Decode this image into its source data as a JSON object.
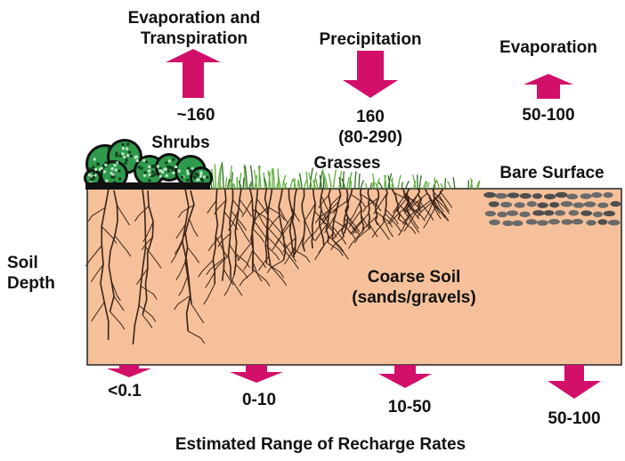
{
  "top": {
    "et": {
      "label_line1": "Evaporation and",
      "label_line2": "Transpiration",
      "value": "~160"
    },
    "precip": {
      "label": "Precipitation",
      "value_line1": "160",
      "value_line2": "(80-290)"
    },
    "evap": {
      "label": "Evaporation",
      "value": "50-100"
    }
  },
  "surface": {
    "shrubs": "Shrubs",
    "grasses": "Grasses",
    "bare": "Bare Surface"
  },
  "soil": {
    "depth_line1": "Soil",
    "depth_line2": "Depth",
    "type_line1": "Coarse Soil",
    "type_line2": "(sands/gravels)"
  },
  "recharge": {
    "shrubs": "<0.1",
    "grasses_mid": "0-10",
    "grasses_sparse": "10-50",
    "bare": "50-100",
    "caption": "Estimated Range of Recharge Rates"
  },
  "colors": {
    "soil": "#f6c19a",
    "arrow": "#d2106a",
    "shrub": "#2f9a4c",
    "grass": "#5fae3c",
    "root": "#3a2418",
    "stone": "#6a6a6a"
  }
}
